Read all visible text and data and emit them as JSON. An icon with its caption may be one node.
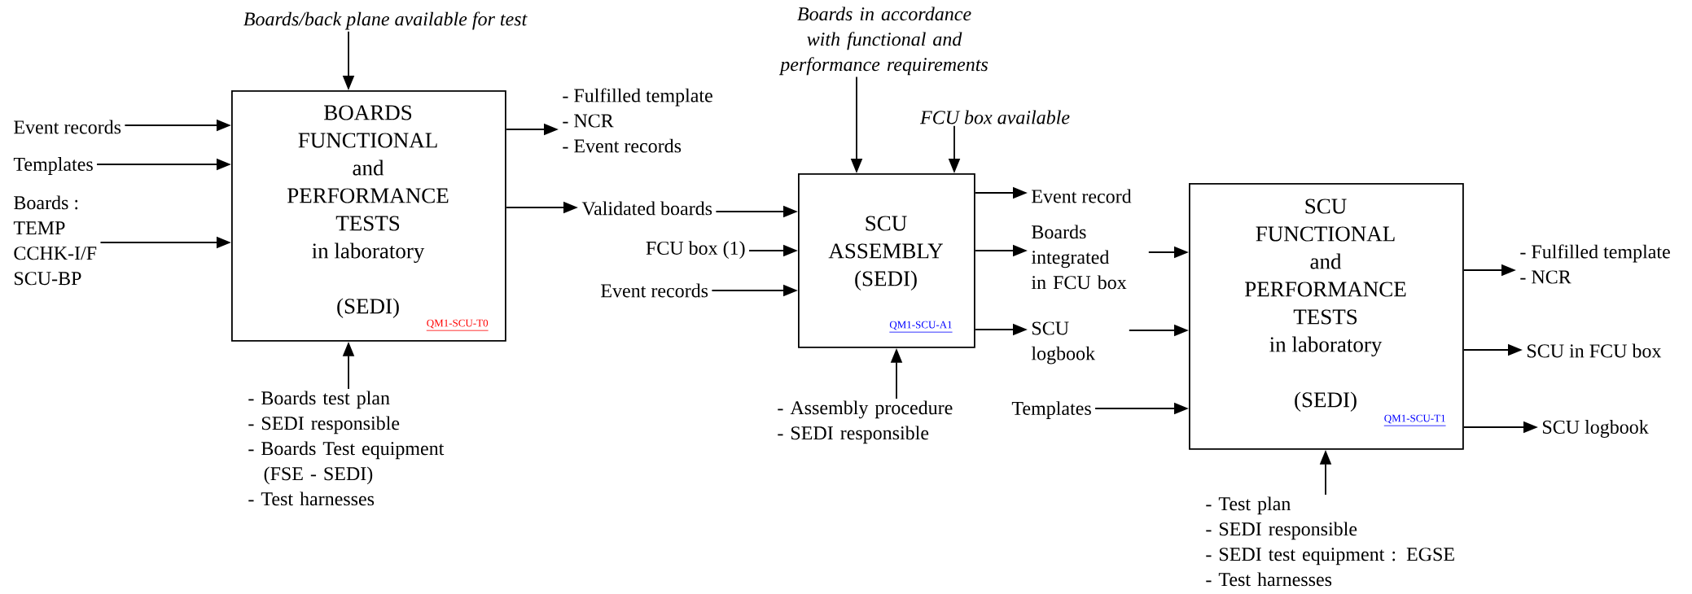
{
  "diagram": {
    "nodes": [
      {
        "text": [
          "BOARDS",
          "FUNCTIONAL",
          "and",
          "PERFORMANCE",
          "TESTS",
          "in laboratory",
          "(SEDI)",
          "QM1-SCU-T0"
        ]
      },
      {
        "text": [
          "Boards/back plane available for test"
        ]
      },
      {
        "text": [
          "Event records"
        ]
      },
      {
        "text": [
          "Templates"
        ]
      },
      {
        "text": [
          "Boards :",
          "TEMP",
          "CCHK-I/F",
          "SCU-BP"
        ]
      },
      {
        "text": [
          "- Fulfilled template",
          "- NCR",
          "- Event records"
        ]
      },
      {
        "text": [
          "- Boards test plan",
          "- SEDI responsible",
          "- Boards Test equipment (FSE - SEDI)",
          "- Test harnesses"
        ]
      },
      {
        "text": [
          "SCU",
          "ASSEMBLY",
          "(SEDI)",
          "QM1-SCU-A1"
        ]
      },
      {
        "text": [
          "Boards in accordance with functional and performance requirements"
        ]
      },
      {
        "text": [
          "FCU box available"
        ]
      },
      {
        "text": [
          "Validated boards"
        ]
      },
      {
        "text": [
          "FCU box (1)"
        ]
      },
      {
        "text": [
          "Event records"
        ]
      },
      {
        "text": [
          "Event record"
        ]
      },
      {
        "text": [
          "Boards integrated in FCU box"
        ]
      },
      {
        "text": [
          "SCU logbook"
        ]
      },
      {
        "text": [
          "- Assembly procedure",
          "- SEDI responsible"
        ]
      },
      {
        "text": [
          "Templates"
        ]
      },
      {
        "text": [
          "SCU",
          "FUNCTIONAL",
          "and",
          "PERFORMANCE",
          "TESTS",
          "in laboratory",
          "(SEDI)",
          "QM1-SCU-T1"
        ]
      },
      {
        "text": [
          "- Fulfilled template",
          "- NCR"
        ]
      },
      {
        "text": [
          "SCU in FCU box"
        ]
      },
      {
        "text": [
          "SCU logbook"
        ]
      },
      {
        "text": [
          "- Test plan",
          "- SEDI responsible",
          "- SEDI test equipment : EGSE",
          "- Test harnesses"
        ]
      }
    ],
    "edges": [
      {
        "from": 1,
        "to": 0,
        "arrow": "to"
      },
      {
        "from": 2,
        "to": 0,
        "arrow": "to"
      },
      {
        "from": 3,
        "to": 0,
        "arrow": "to"
      },
      {
        "from": 4,
        "to": 0,
        "arrow": "to"
      },
      {
        "from": 0,
        "to": 5,
        "arrow": "to"
      },
      {
        "from": 0,
        "to": 10,
        "arrow": "to"
      },
      {
        "from": 6,
        "to": 0,
        "arrow": "to"
      },
      {
        "from": 8,
        "to": 7,
        "arrow": "to"
      },
      {
        "from": 9,
        "to": 7,
        "arrow": "to"
      },
      {
        "from": 10,
        "to": 7,
        "arrow": "to"
      },
      {
        "from": 11,
        "to": 7,
        "arrow": "to"
      },
      {
        "from": 12,
        "to": 7,
        "arrow": "to"
      },
      {
        "from": 7,
        "to": 13,
        "arrow": "to"
      },
      {
        "from": 7,
        "to": 14,
        "arrow": "to"
      },
      {
        "from": 7,
        "to": 15,
        "arrow": "to"
      },
      {
        "from": 16,
        "to": 7,
        "arrow": "to"
      },
      {
        "from": 14,
        "to": 18,
        "arrow": "to"
      },
      {
        "from": 15,
        "to": 18,
        "arrow": "to"
      },
      {
        "from": 17,
        "to": 18,
        "arrow": "to"
      },
      {
        "from": 18,
        "to": 19,
        "arrow": "to"
      },
      {
        "from": 18,
        "to": 20,
        "arrow": "to"
      },
      {
        "from": 18,
        "to": 21,
        "arrow": "to"
      },
      {
        "from": 22,
        "to": 18,
        "arrow": "to"
      }
    ]
  }
}
